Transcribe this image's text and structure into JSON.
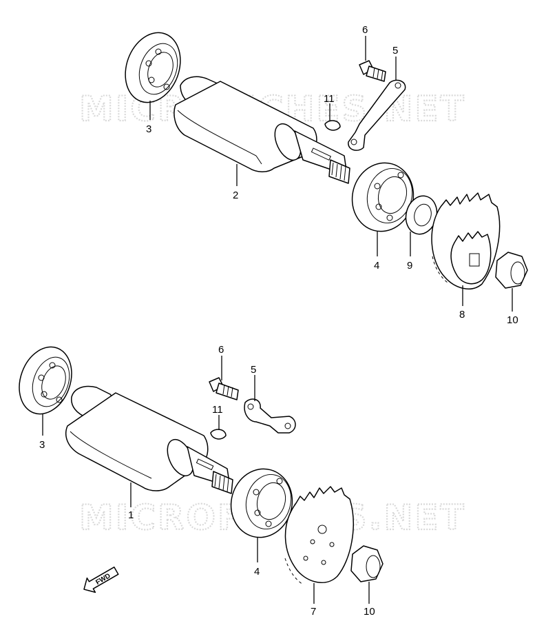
{
  "watermark": "MICROFICHES.NET",
  "fwd_label": "FWD",
  "upper_assembly": {
    "callouts": {
      "bearing_left": "3",
      "balancer_shaft": "2",
      "bolt": "6",
      "plate": "5",
      "key": "11",
      "bearing_right": "4",
      "spacer": "9",
      "gear": "8",
      "nut": "10"
    }
  },
  "lower_assembly": {
    "callouts": {
      "bearing_left": "3",
      "balancer_shaft": "1",
      "bolt": "6",
      "plate": "5",
      "key": "11",
      "bearing_right": "4",
      "gear": "7",
      "nut": "10"
    }
  }
}
